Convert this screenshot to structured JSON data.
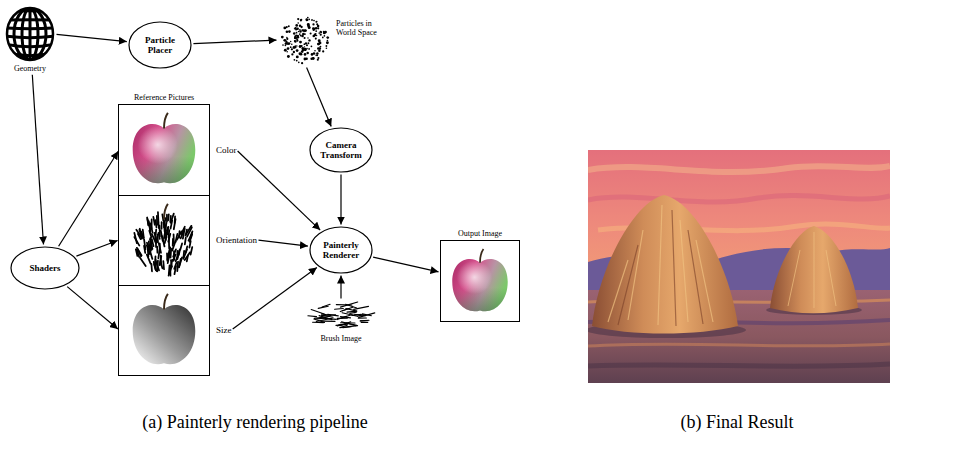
{
  "diagram": {
    "nodes": [
      {
        "text": [
          "Geometry"
        ]
      },
      {
        "text": [
          "Particle Placer"
        ]
      },
      {
        "text": [
          "Particles in World Space"
        ]
      },
      {
        "text": [
          "Reference Pictures"
        ]
      },
      {
        "text": [
          "Color"
        ],
        "in": 3
      },
      {
        "text": [
          "Orientation"
        ],
        "in": 3
      },
      {
        "text": [
          "Size"
        ],
        "in": 3
      },
      {
        "text": [
          "Camera Transform"
        ]
      },
      {
        "text": [
          "Shaders"
        ]
      },
      {
        "text": [
          "Painterly Renderer"
        ]
      },
      {
        "text": [
          "Brush Image"
        ]
      },
      {
        "text": [
          "Output Image"
        ]
      }
    ],
    "edges": [
      {
        "from": 0,
        "to": 1,
        "arrow": "to"
      },
      {
        "from": 1,
        "to": 2,
        "arrow": "to"
      },
      {
        "from": 2,
        "to": 7,
        "arrow": "to"
      },
      {
        "from": 0,
        "to": 8,
        "arrow": "to"
      },
      {
        "from": 8,
        "to": 4,
        "arrow": "to"
      },
      {
        "from": 8,
        "to": 5,
        "arrow": "to"
      },
      {
        "from": 8,
        "to": 6,
        "arrow": "to"
      },
      {
        "from": 4,
        "to": 9,
        "arrow": "to"
      },
      {
        "from": 5,
        "to": 9,
        "arrow": "to"
      },
      {
        "from": 6,
        "to": 9,
        "arrow": "to"
      },
      {
        "from": 7,
        "to": 9,
        "arrow": "to"
      },
      {
        "from": 10,
        "to": 9,
        "arrow": "to"
      },
      {
        "from": 9,
        "to": 11,
        "arrow": "to"
      }
    ],
    "labels": [
      "(a) Painterly rendering pipeline",
      "(b) Final Result"
    ]
  }
}
